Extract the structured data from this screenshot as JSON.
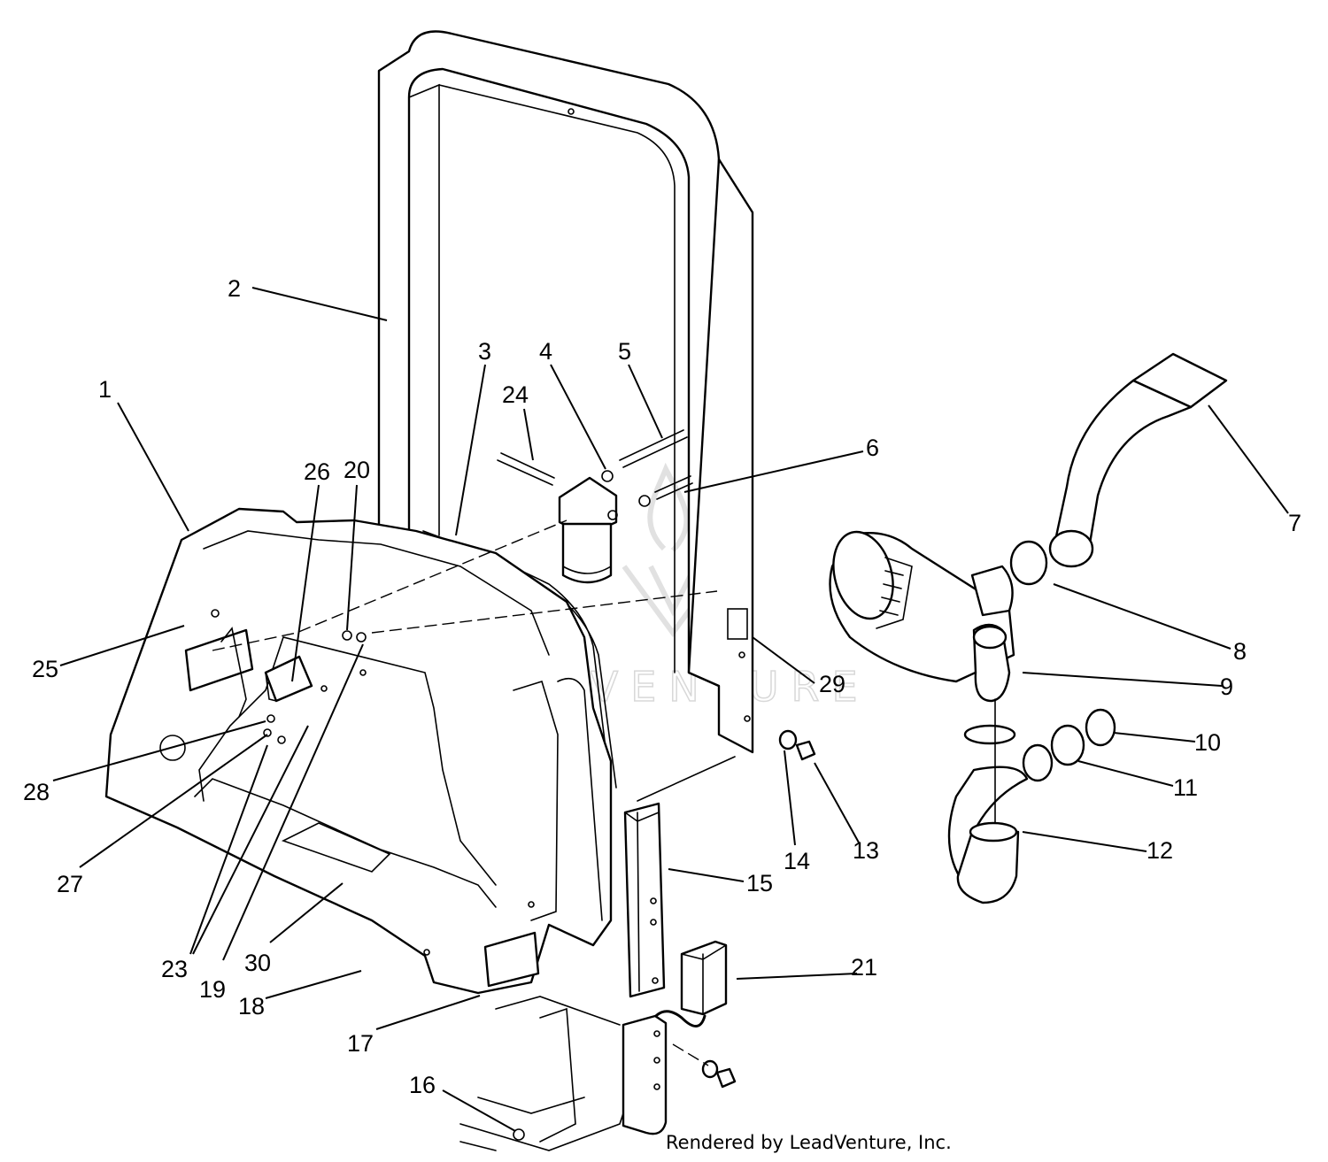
{
  "callouts": [
    "1",
    "2",
    "3",
    "4",
    "5",
    "6",
    "7",
    "8",
    "9",
    "10",
    "11",
    "12",
    "13",
    "14",
    "15",
    "16",
    "17",
    "18",
    "19",
    "20",
    "21",
    "23",
    "24",
    "25",
    "26",
    "27",
    "28",
    "29",
    "30"
  ],
  "watermark_text": "LEADVENTURE",
  "credit": "Rendered by LeadVenture, Inc."
}
